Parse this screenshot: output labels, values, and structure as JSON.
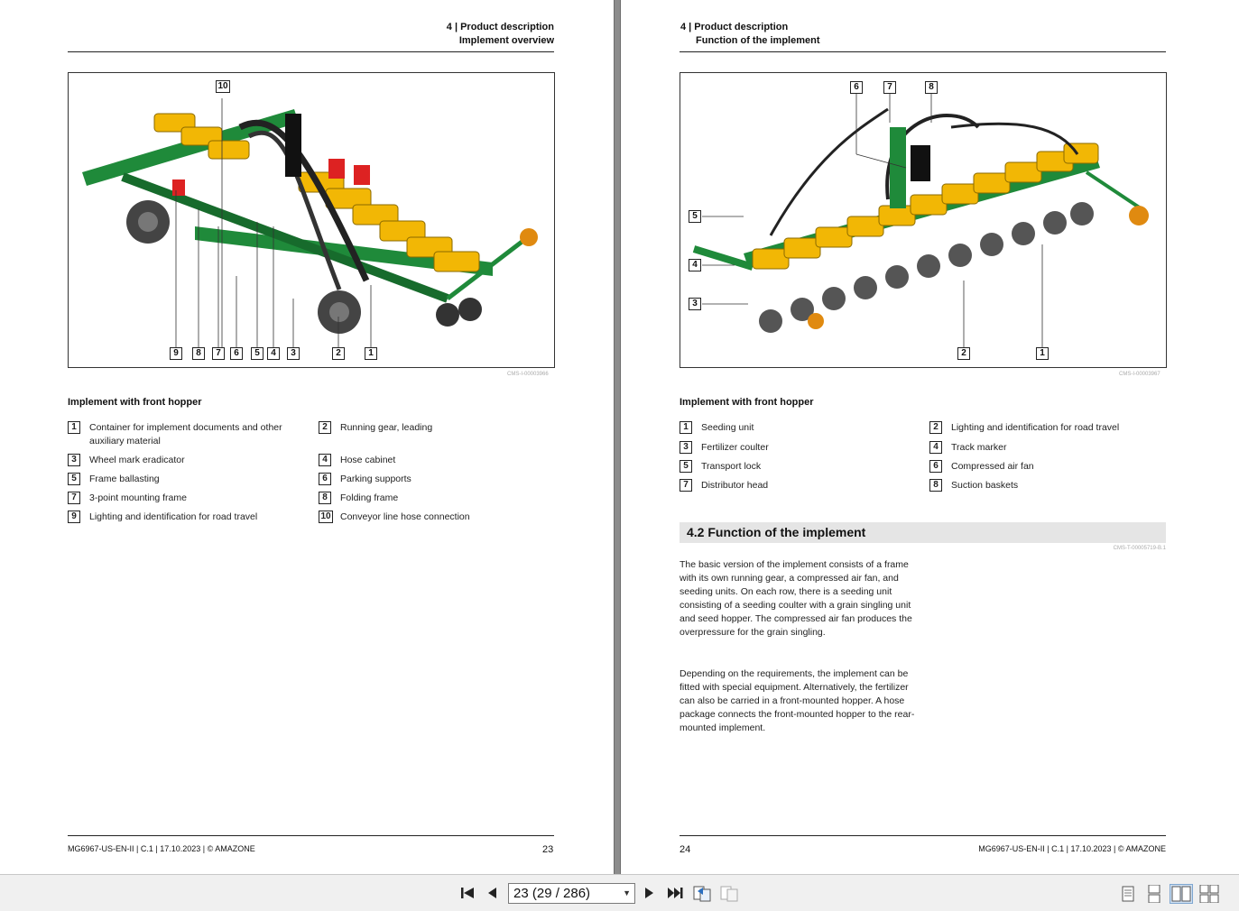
{
  "left_page": {
    "header": {
      "chapter": "4 | Product description",
      "section": "Implement overview"
    },
    "figure_id": "CMS-I-00003966",
    "callouts": [
      "10",
      "9",
      "8",
      "7",
      "6",
      "5",
      "4",
      "3",
      "2",
      "1"
    ],
    "legend_title": "Implement with front hopper",
    "legend": [
      {
        "num": "1",
        "text": "Container for implement documents and other auxiliary material"
      },
      {
        "num": "2",
        "text": "Running gear, leading"
      },
      {
        "num": "3",
        "text": "Wheel mark eradicator"
      },
      {
        "num": "4",
        "text": "Hose cabinet"
      },
      {
        "num": "5",
        "text": "Frame ballasting"
      },
      {
        "num": "6",
        "text": "Parking supports"
      },
      {
        "num": "7",
        "text": "3-point mounting frame"
      },
      {
        "num": "8",
        "text": "Folding frame"
      },
      {
        "num": "9",
        "text": "Lighting and identification for road travel"
      },
      {
        "num": "10",
        "text": "Conveyor line hose connection"
      }
    ],
    "footer": {
      "doc": "MG6967-US-EN-II | C.1 | 17.10.2023 | © AMAZONE",
      "page": "23"
    }
  },
  "right_page": {
    "header": {
      "chapter": "4 | Product description",
      "section": "Function of the implement"
    },
    "figure_id": "CMS-I-00003967",
    "callouts": [
      "6",
      "7",
      "8",
      "5",
      "4",
      "3",
      "2",
      "1"
    ],
    "legend_title": "Implement with front hopper",
    "legend": [
      {
        "num": "1",
        "text": "Seeding unit"
      },
      {
        "num": "2",
        "text": "Lighting and identification for road travel"
      },
      {
        "num": "3",
        "text": "Fertilizer coulter"
      },
      {
        "num": "4",
        "text": "Track marker"
      },
      {
        "num": "5",
        "text": "Transport lock"
      },
      {
        "num": "6",
        "text": "Compressed air fan"
      },
      {
        "num": "7",
        "text": "Distributor head"
      },
      {
        "num": "8",
        "text": "Suction baskets"
      }
    ],
    "section_title": "4.2  Function of the implement",
    "section_id": "CMS-T-00005719-B.1",
    "paragraphs": [
      "The basic version of the implement consists of a frame with its own running gear, a compressed air fan, and seeding units. On each row, there is a seeding unit consisting of a seeding coulter with a grain singling unit and seed hopper. The compressed air fan produces the overpressure for the grain singling.",
      "Depending on the requirements, the implement can be fitted with special equipment. Alternatively, the fertilizer can also be carried in a front-mounted hopper. A hose package connects the front-mounted hopper to the rear-mounted implement."
    ],
    "footer": {
      "page": "24",
      "doc": "MG6967-US-EN-II | C.1 | 17.10.2023 | © AMAZONE"
    }
  },
  "toolbar": {
    "page_indicator": "23 (29 / 286)",
    "icons": [
      "first-page-icon",
      "previous-page-icon",
      "next-page-icon",
      "last-page-icon",
      "go-back-view-icon",
      "go-forward-view-icon",
      "single-page-view-icon",
      "continuous-view-icon",
      "two-page-view-icon",
      "two-page-continuous-view-icon"
    ]
  },
  "colors": {
    "machine_green": "#1f8a3a",
    "hopper_yellow": "#f2b705",
    "section_bg": "#e5e5e5"
  }
}
